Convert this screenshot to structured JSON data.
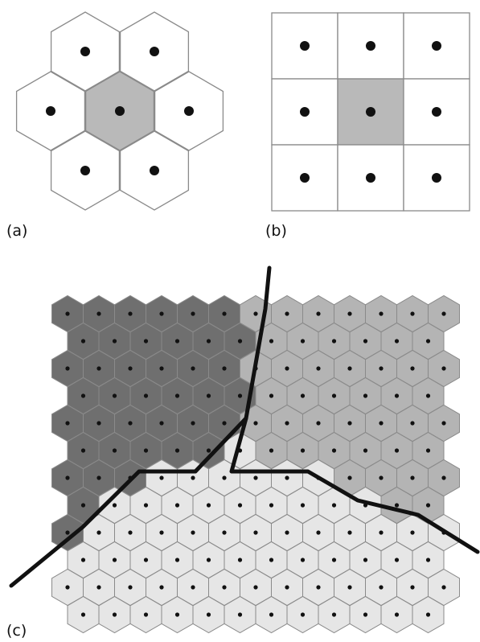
{
  "panels": {
    "a": {
      "label": "(a)"
    },
    "b": {
      "label": "(b)"
    },
    "c": {
      "label": "(c)"
    }
  },
  "colors": {
    "cell_fill": "#ffffff",
    "cell_stroke": "#8a8a8a",
    "highlight_fill": "#b9b9b9",
    "dot": "#111111",
    "region_dark": "#6f6f6f",
    "region_mid": "#b4b4b4",
    "region_light": "#e6e6e6",
    "boundary": "#111111"
  }
}
